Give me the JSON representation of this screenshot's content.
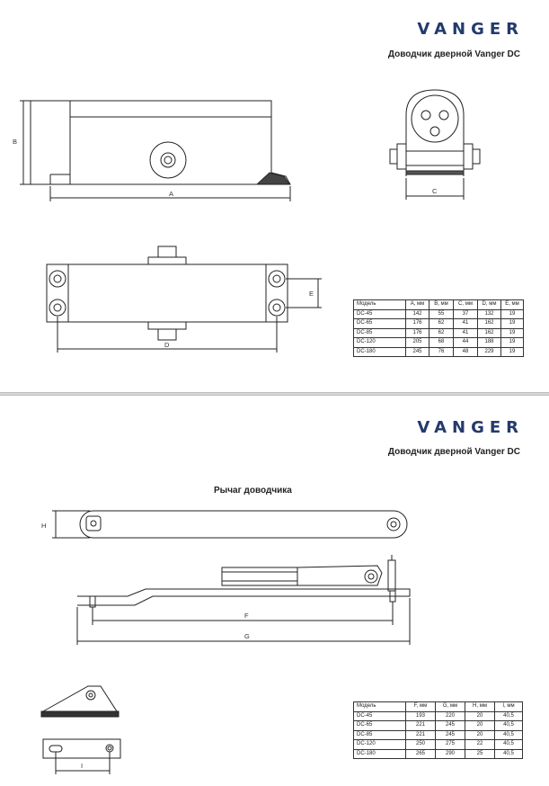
{
  "brand": "VANGER",
  "sheet1": {
    "title": "Доводчик дверной Vanger DC",
    "dims": {
      "a": "A",
      "b": "B",
      "c": "C",
      "d": "D",
      "e": "E"
    },
    "table": {
      "headers": [
        "Модель",
        "A, мм",
        "B, мм",
        "C, мм",
        "D, мм",
        "E, мм"
      ],
      "rows": [
        [
          "DC-45",
          "142",
          "55",
          "37",
          "132",
          "19"
        ],
        [
          "DC-65",
          "176",
          "62",
          "41",
          "162",
          "19"
        ],
        [
          "DC-85",
          "176",
          "62",
          "41",
          "162",
          "19"
        ],
        [
          "DC-120",
          "205",
          "68",
          "44",
          "188",
          "19"
        ],
        [
          "DC-180",
          "245",
          "76",
          "48",
          "229",
          "19"
        ]
      ]
    }
  },
  "sheet2": {
    "title": "Доводчик дверной Vanger DC",
    "section_title": "Рычаг доводчика",
    "dims": {
      "f": "F",
      "g": "G",
      "h": "H",
      "i": "I"
    },
    "table": {
      "headers": [
        "Модель",
        "F, мм",
        "G, мм",
        "H, мм",
        "I, мм"
      ],
      "rows": [
        [
          "DC-45",
          "193",
          "220",
          "20",
          "40,5"
        ],
        [
          "DC-65",
          "221",
          "245",
          "20",
          "40,5"
        ],
        [
          "DC-85",
          "221",
          "245",
          "20",
          "40,5"
        ],
        [
          "DC-120",
          "250",
          "275",
          "22",
          "40,5"
        ],
        [
          "DC-180",
          "265",
          "290",
          "25",
          "40,5"
        ]
      ]
    }
  }
}
